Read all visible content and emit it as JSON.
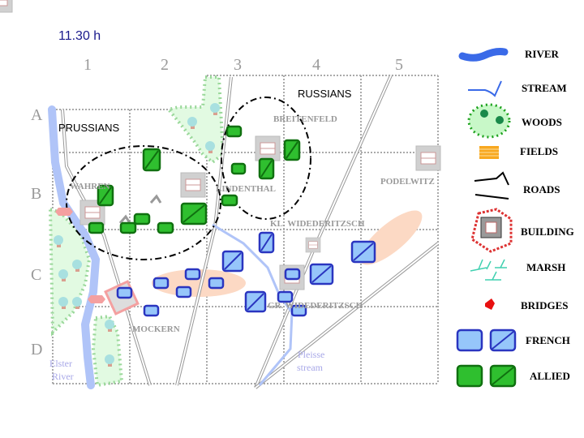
{
  "time": "11.30 h",
  "columns": [
    "1",
    "2",
    "3",
    "4",
    "5"
  ],
  "rows": [
    "A",
    "B",
    "C",
    "D"
  ],
  "armies": {
    "prussians": "PRUSSIANS",
    "russians": "RUSSIANS"
  },
  "places": {
    "breitenfeld": "BREITENFELD",
    "lindenthal": "LINDENTHAL",
    "wahren": "WAHREN",
    "podelwitz": "PODELWITZ",
    "kl_widederitzsch": "KL. WIDEDERITZSCH",
    "gr_widederitzsch": "GR. WIDEDERITZSCH",
    "mockern": "MOCKERN"
  },
  "water": {
    "elster_1": "Elster",
    "elster_2": "River",
    "pleisse_1": "Pleisse",
    "pleisse_2": "stream"
  },
  "legend": {
    "river": "RIVER",
    "stream": "STREAM",
    "woods": "WOODS",
    "fields": "FIELDS",
    "roads": "ROADS",
    "building": "BUILDING",
    "marsh": "MARSH",
    "bridges": "BRIDGES",
    "french": "FRENCH",
    "allied": "ALLIED"
  },
  "colors": {
    "allied": "#2fbf2f",
    "french": "#96c6fa",
    "river": "#b0c4f8",
    "woods": "#e2fae2",
    "marsh": "#fcd9c4"
  }
}
